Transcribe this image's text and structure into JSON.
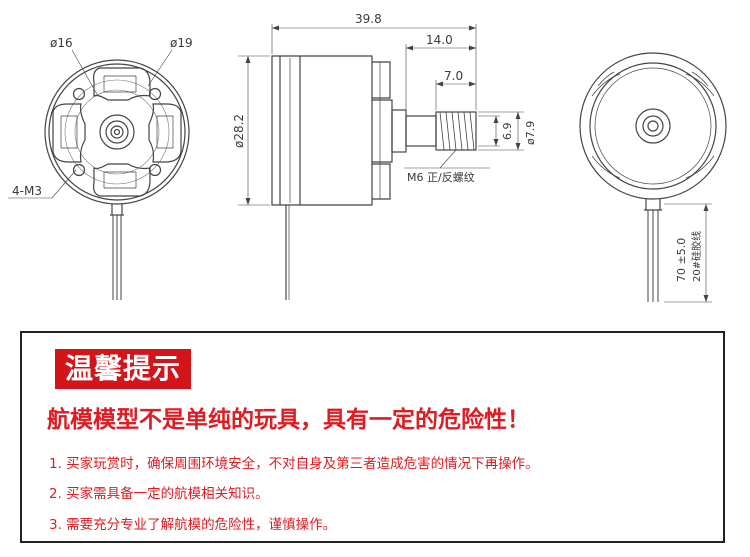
{
  "drawing": {
    "hole_16_label": "ø16",
    "hole_19_label": "ø19",
    "mount_label": "4-M3",
    "length_label": "39.8",
    "shaft_length_label": "14.0",
    "thread_length_label": "7.0",
    "diameter_label": "ø28.2",
    "thread_dia_label": "6.9",
    "collar_dia_label": "ø7.9",
    "thread_spec_label": "M6 正/反螺纹",
    "lead_length_label": "70 ±5.0",
    "wire_spec_label": "20#硅胶线"
  },
  "notice": {
    "title": "温馨提示",
    "headline": "航模模型不是单纯的玩具，具有一定的危险性！",
    "items": [
      "1. 买家玩赏时，确保周围环境安全，不对自身及第三者造成危害的情况下再操作。",
      "2. 买家需具备一定的航模相关知识。",
      "3. 需要充分专业了解航模的危险性，谨慎操作。"
    ]
  },
  "colors": {
    "line": "#444444",
    "accent_red": "#d4141b",
    "text_red": "#e01b22"
  }
}
